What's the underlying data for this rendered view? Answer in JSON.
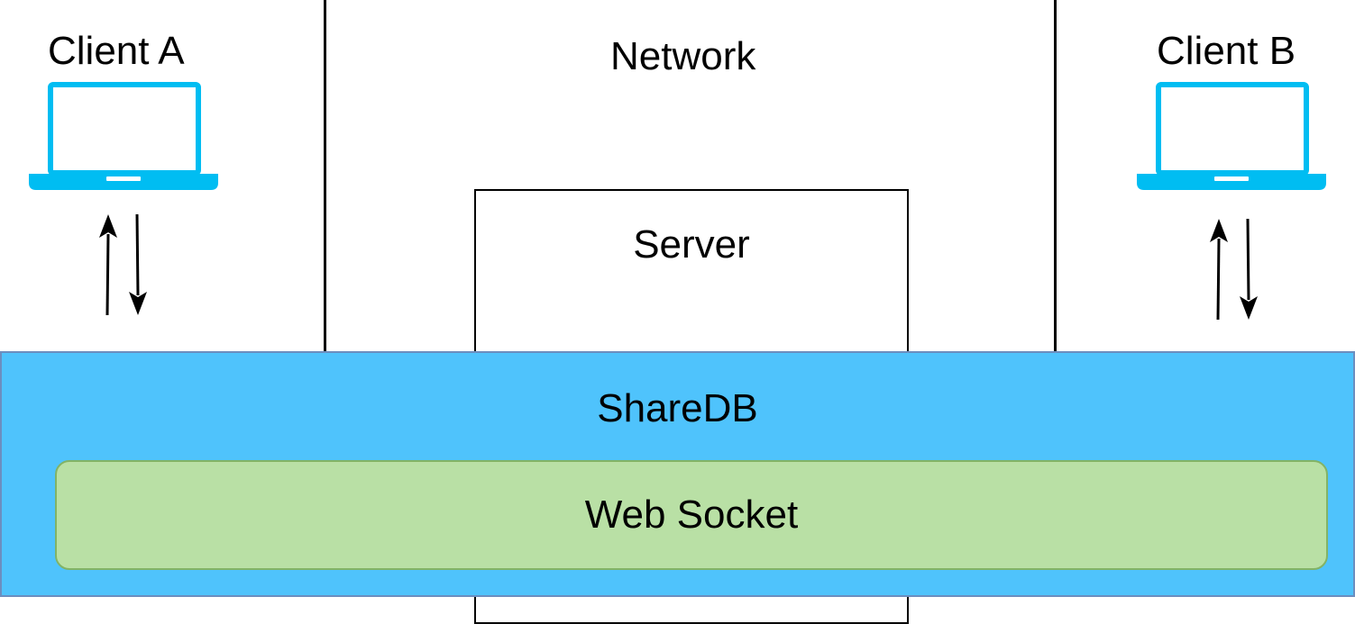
{
  "diagram": {
    "client_a": {
      "label": "Client A"
    },
    "client_b": {
      "label": "Client B"
    },
    "network": {
      "label": "Network"
    },
    "server": {
      "label": "Server"
    },
    "sharedb": {
      "label": "ShareDB"
    },
    "websocket": {
      "label": "Web Socket"
    }
  },
  "colors": {
    "laptop": "#00bdf2",
    "sharedb_fill": "#4fc3fc",
    "sharedb_border": "#6c8ebf",
    "websocket_fill": "#b9e0a5",
    "websocket_border": "#82b366",
    "line": "#000000"
  },
  "icons": {
    "laptop": "laptop-icon",
    "arrow_up": "arrow-up-icon",
    "arrow_down": "arrow-down-icon"
  }
}
